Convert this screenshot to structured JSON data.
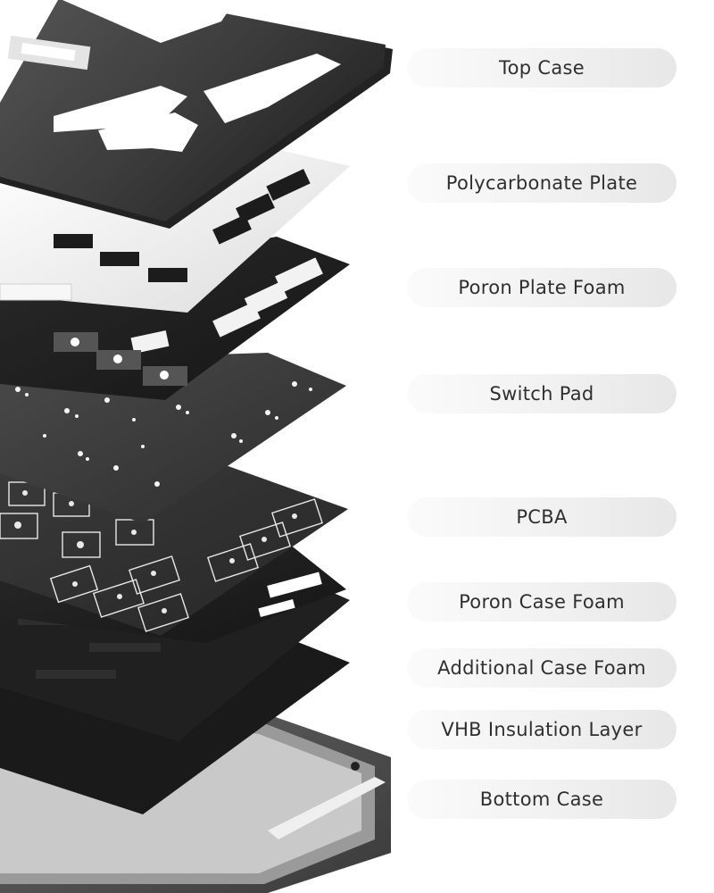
{
  "layers": [
    {
      "label": "Top Case"
    },
    {
      "label": "Polycarbonate Plate"
    },
    {
      "label": "Poron Plate Foam"
    },
    {
      "label": "Switch Pad"
    },
    {
      "label": "PCBA"
    },
    {
      "label": "Poron Case Foam"
    },
    {
      "label": "Additional Case Foam"
    },
    {
      "label": "VHB Insulation Layer"
    },
    {
      "label": "Bottom Case"
    }
  ],
  "colors": {
    "label_text": "#2f2f2f",
    "case_dark": "#2b2b2b",
    "plate_white": "#eeeeee",
    "foam_black": "#1e1e1e",
    "pcb_dark": "#2a2a2a"
  }
}
